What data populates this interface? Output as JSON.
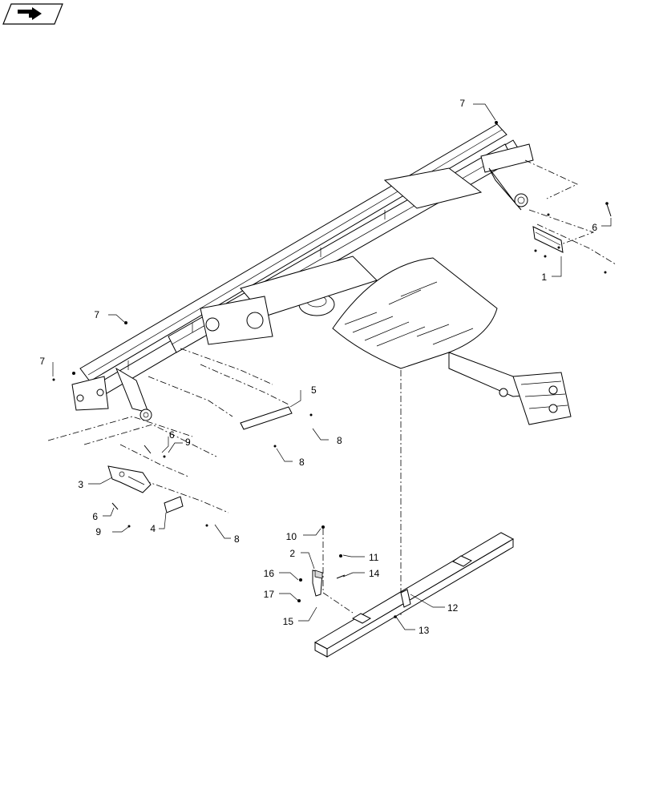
{
  "nav_icon": "page-navigation-icon",
  "callouts": [
    {
      "id": "c7a",
      "text": "7"
    },
    {
      "id": "c6a",
      "text": "6"
    },
    {
      "id": "c1",
      "text": "1"
    },
    {
      "id": "c7b",
      "text": "7"
    },
    {
      "id": "c7c",
      "text": "7"
    },
    {
      "id": "c5",
      "text": "5"
    },
    {
      "id": "c8a",
      "text": "8"
    },
    {
      "id": "c8b",
      "text": "8"
    },
    {
      "id": "c6b",
      "text": "6"
    },
    {
      "id": "c9a",
      "text": "9"
    },
    {
      "id": "c3",
      "text": "3"
    },
    {
      "id": "c6c",
      "text": "6"
    },
    {
      "id": "c4",
      "text": "4"
    },
    {
      "id": "c9b",
      "text": "9"
    },
    {
      "id": "c8c",
      "text": "8"
    },
    {
      "id": "c10",
      "text": "10"
    },
    {
      "id": "c2",
      "text": "2"
    },
    {
      "id": "c11",
      "text": "11"
    },
    {
      "id": "c16",
      "text": "16"
    },
    {
      "id": "c14",
      "text": "14"
    },
    {
      "id": "c17",
      "text": "17"
    },
    {
      "id": "c15",
      "text": "15"
    },
    {
      "id": "c12",
      "text": "12"
    },
    {
      "id": "c13",
      "text": "13"
    }
  ]
}
